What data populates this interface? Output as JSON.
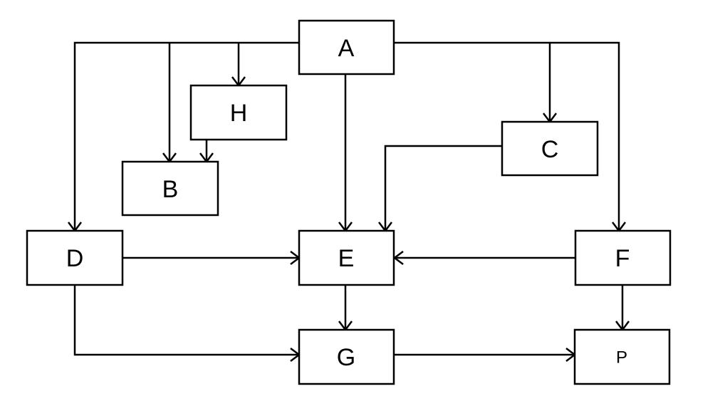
{
  "diagram": {
    "nodes": {
      "A": "A",
      "H": "H",
      "B": "B",
      "C": "C",
      "D": "D",
      "E": "E",
      "F": "F",
      "G": "G",
      "P": "P"
    },
    "edges": [
      {
        "from": "A",
        "to": "D"
      },
      {
        "from": "A",
        "to": "B"
      },
      {
        "from": "A",
        "to": "H"
      },
      {
        "from": "A",
        "to": "E"
      },
      {
        "from": "A",
        "to": "C"
      },
      {
        "from": "A",
        "to": "F"
      },
      {
        "from": "H",
        "to": "B"
      },
      {
        "from": "C",
        "to": "E"
      },
      {
        "from": "D",
        "to": "E"
      },
      {
        "from": "F",
        "to": "E"
      },
      {
        "from": "D",
        "to": "G"
      },
      {
        "from": "E",
        "to": "G"
      },
      {
        "from": "G",
        "to": "P"
      },
      {
        "from": "F",
        "to": "P"
      }
    ]
  }
}
